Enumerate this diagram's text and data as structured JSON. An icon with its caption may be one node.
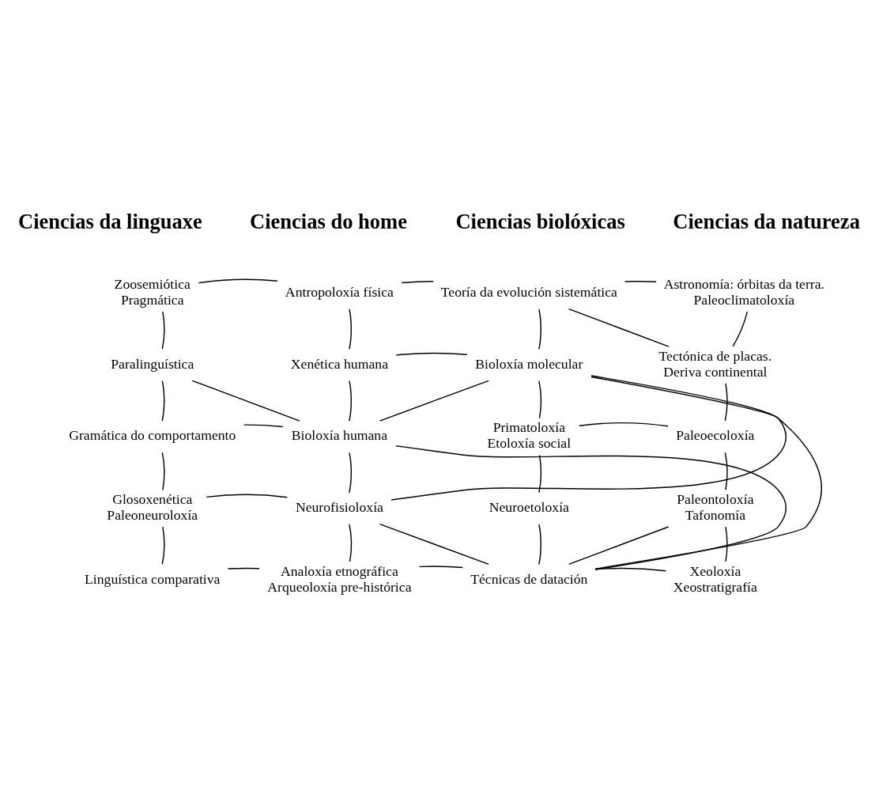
{
  "diagram": {
    "nodes": [
      {
        "text": [
          "Zoosemiótica",
          "Pragmática"
        ]
      },
      {
        "text": [
          "Antropoloxía física"
        ]
      },
      {
        "text": [
          "Teoría da evolución sistemática"
        ]
      },
      {
        "text": [
          "Astronomía: órbitas da terra.",
          "Paleoclimatoloxía"
        ]
      },
      {
        "text": [
          "Paralinguística"
        ]
      },
      {
        "text": [
          "Xenética humana"
        ]
      },
      {
        "text": [
          "Bioloxía molecular"
        ]
      },
      {
        "text": [
          "Tectónica de placas.",
          "Deriva continental"
        ]
      },
      {
        "text": [
          "Gramática do comportamento"
        ]
      },
      {
        "text": [
          "Bioloxía humana"
        ]
      },
      {
        "text": [
          "Primatoloxía",
          "Etoloxía social"
        ]
      },
      {
        "text": [
          "Paleoecoloxía"
        ]
      },
      {
        "text": [
          "Glosoxenética",
          "Paleoneuroloxía"
        ]
      },
      {
        "text": [
          "Neurofisioloxía"
        ]
      },
      {
        "text": [
          "Neuroetoloxía"
        ]
      },
      {
        "text": [
          "Paleontoloxía",
          "Tafonomía"
        ]
      },
      {
        "text": [
          "Linguística comparativa"
        ]
      },
      {
        "text": [
          "Analoxía etnográfica",
          "Arqueoloxía pre-histórica"
        ]
      },
      {
        "text": [
          "Técnicas de datación"
        ]
      },
      {
        "text": [
          "Xeoloxía",
          "Xeostratigrafía"
        ]
      }
    ],
    "edges": [
      {
        "from": 0,
        "to": 1,
        "arrow": "none"
      },
      {
        "from": 1,
        "to": 2,
        "arrow": "none"
      },
      {
        "from": 2,
        "to": 3,
        "arrow": "none"
      },
      {
        "from": 2,
        "to": 7,
        "arrow": "none"
      },
      {
        "from": 0,
        "to": 4,
        "arrow": "none"
      },
      {
        "from": 1,
        "to": 5,
        "arrow": "none"
      },
      {
        "from": 2,
        "to": 6,
        "arrow": "none"
      },
      {
        "from": 3,
        "to": 7,
        "arrow": "none"
      },
      {
        "from": 5,
        "to": 6,
        "arrow": "none"
      },
      {
        "from": 4,
        "to": 9,
        "arrow": "none"
      },
      {
        "from": 4,
        "to": 8,
        "arrow": "none"
      },
      {
        "from": 5,
        "to": 9,
        "arrow": "none"
      },
      {
        "from": 6,
        "to": 10,
        "arrow": "none"
      },
      {
        "from": 7,
        "to": 11,
        "arrow": "none"
      },
      {
        "from": 6,
        "to": 18,
        "arrow": "none"
      },
      {
        "from": 8,
        "to": 9,
        "arrow": "none"
      },
      {
        "from": 9,
        "to": 6,
        "arrow": "none"
      },
      {
        "from": 9,
        "to": 18,
        "arrow": "none"
      },
      {
        "from": 10,
        "to": 11,
        "arrow": "none"
      },
      {
        "from": 8,
        "to": 12,
        "arrow": "none"
      },
      {
        "from": 9,
        "to": 13,
        "arrow": "none"
      },
      {
        "from": 10,
        "to": 14,
        "arrow": "none"
      },
      {
        "from": 11,
        "to": 15,
        "arrow": "none"
      },
      {
        "from": 12,
        "to": 13,
        "arrow": "none"
      },
      {
        "from": 13,
        "to": 6,
        "arrow": "none"
      },
      {
        "from": 13,
        "to": 18,
        "arrow": "none"
      },
      {
        "from": 12,
        "to": 16,
        "arrow": "none"
      },
      {
        "from": 13,
        "to": 17,
        "arrow": "none"
      },
      {
        "from": 14,
        "to": 18,
        "arrow": "none"
      },
      {
        "from": 15,
        "to": 19,
        "arrow": "none"
      },
      {
        "from": 18,
        "to": 15,
        "arrow": "none"
      },
      {
        "from": 16,
        "to": 17,
        "arrow": "none"
      },
      {
        "from": 17,
        "to": 18,
        "arrow": "none"
      },
      {
        "from": 18,
        "to": 19,
        "arrow": "none"
      }
    ],
    "labels": [
      "Ciencias da linguaxe",
      "Ciencias do home",
      "Ciencias biolóxicas",
      "Ciencias da natureza"
    ]
  }
}
